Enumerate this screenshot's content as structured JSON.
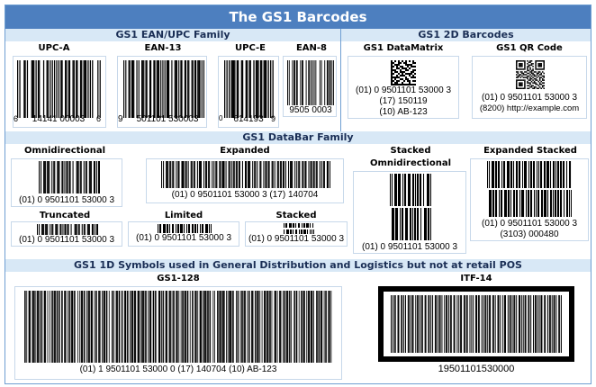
{
  "title": "The GS1 Barcodes",
  "sections": {
    "ean_upc": "GS1 EAN/UPC Family",
    "two_d": "GS1 2D Barcodes",
    "databar": "GS1 DataBar Family",
    "logistics": "GS1 1D Symbols used in General Distribution and Logistics but not at retail POS"
  },
  "ean_upc": {
    "upca": {
      "label": "UPC-A",
      "left": "6",
      "middle": "14141 00003",
      "right": "6"
    },
    "ean13": {
      "label": "EAN-13",
      "left": "9",
      "middle": "501101 530003"
    },
    "upce": {
      "label": "UPC-E",
      "left": "0",
      "middle": "614193",
      "right": "9"
    },
    "ean8": {
      "label": "EAN-8",
      "middle": "9505 0003"
    }
  },
  "two_d": {
    "datamatrix": {
      "label": "GS1 DataMatrix",
      "line1": "(01) 0 9501101 53000 3",
      "line2": "(17) 150119",
      "line3": "(10) AB-123"
    },
    "qr": {
      "label": "GS1 QR Code",
      "line1": "(01) 0 9501101 53000 3",
      "line2": "(8200) http://example.com"
    }
  },
  "databar": {
    "omni": {
      "label": "Omnidirectional",
      "text": "(01) 0 9501101 53000 3"
    },
    "expanded": {
      "label": "Expanded",
      "text": "(01) 0 9501101 53000 3 (17) 140704"
    },
    "stacked_omni": {
      "label1": "Stacked",
      "label2": "Omnidirectional",
      "text": "(01) 0 9501101 53000 3"
    },
    "expanded_stacked": {
      "label": "Expanded Stacked",
      "line1": "(01) 0 9501101 53000 3",
      "line2": "(3103) 000480"
    },
    "truncated": {
      "label": "Truncated",
      "text": "(01) 0 9501101 53000 3"
    },
    "limited": {
      "label": "Limited",
      "text": "(01) 0 9501101 53000 3"
    },
    "stacked": {
      "label": "Stacked",
      "text": "(01) 0 9501101 53000 3"
    }
  },
  "logistics": {
    "gs1_128": {
      "label": "GS1-128",
      "text": "(01) 1 9501101 53000 0 (17) 140704 (10) AB-123"
    },
    "itf14": {
      "label": "ITF-14",
      "text": "19501101530000"
    }
  },
  "colors": {
    "title_bg": "#4d7fbf",
    "band_bg": "#d8e8f6",
    "border": "#6f9fd2"
  }
}
